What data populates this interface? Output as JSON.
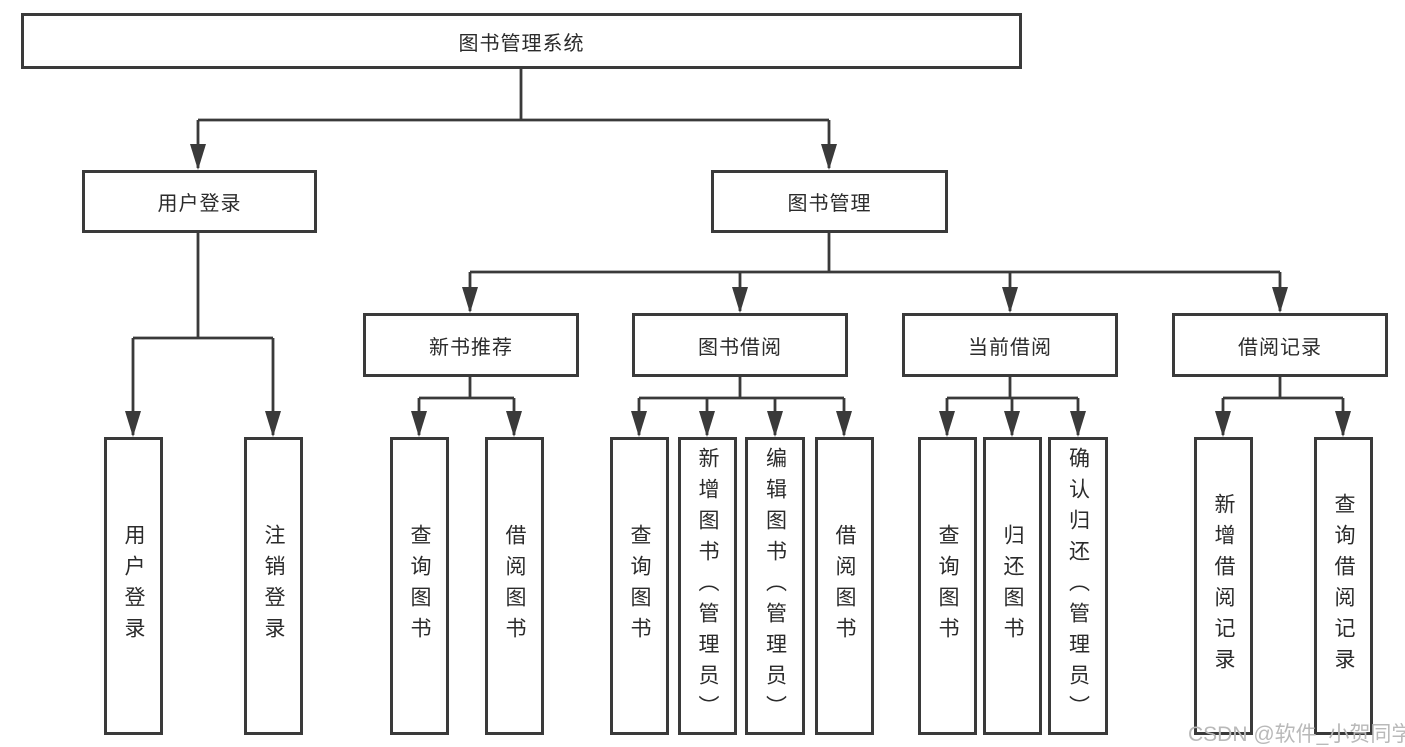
{
  "diagram": {
    "title": "图书管理系统",
    "root": {
      "label": "图书管理系统"
    },
    "level2": [
      {
        "label": "用户登录"
      },
      {
        "label": "图书管理"
      }
    ],
    "level3": [
      {
        "label": "新书推荐"
      },
      {
        "label": "图书借阅"
      },
      {
        "label": "当前借阅"
      },
      {
        "label": "借阅记录"
      }
    ],
    "leaf_groups": {
      "user_login": [
        "用户登录",
        "注销登录"
      ],
      "new_book_recommend": [
        "查询图书",
        "借阅图书"
      ],
      "book_borrow": [
        "查询图书",
        "新增图书（管理员）",
        "编辑图书（管理员）",
        "借阅图书"
      ],
      "current_borrow": [
        "查询图书",
        "归还图书",
        "确认归还（管理员）"
      ],
      "borrow_records": [
        "新增借阅记录",
        "查询借阅记录"
      ]
    }
  },
  "watermark": {
    "text": "CSDN @软件_小贺同学"
  },
  "colors": {
    "line": "#3a3a3a",
    "box_border": "#3a3a3a",
    "text": "#2b2b2b",
    "watermark": "#b9b9b9",
    "background": "#ffffff"
  }
}
